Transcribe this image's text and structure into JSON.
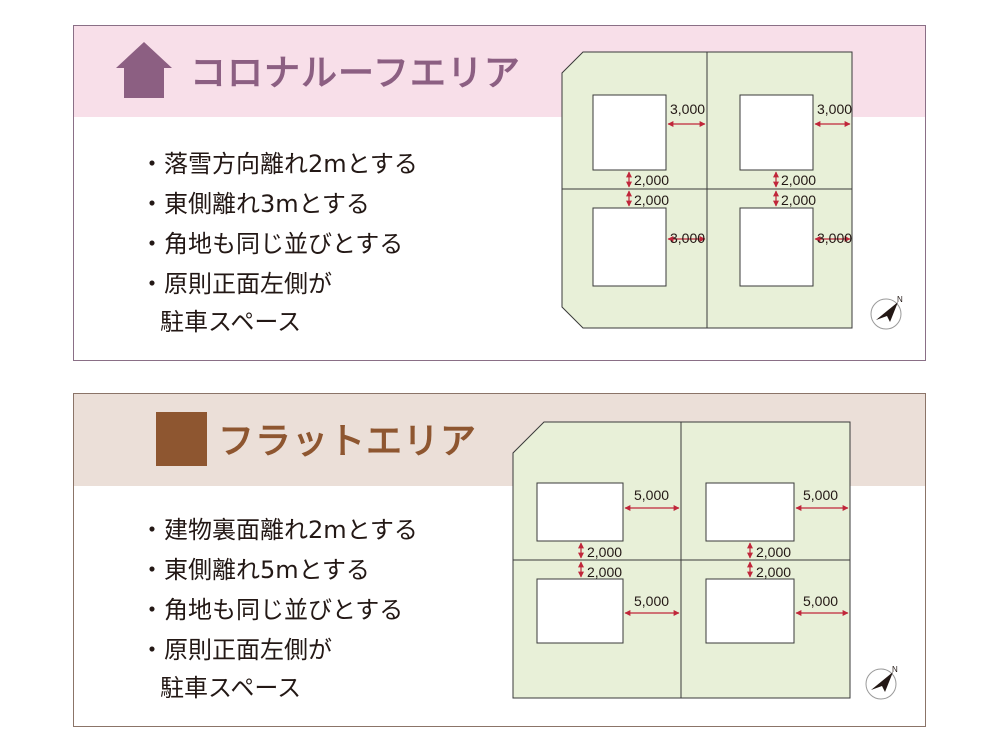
{
  "sections": [
    {
      "title": "コロナルーフエリア",
      "icon": "house-icon",
      "rules": [
        "・落雪方向離れ2mとする",
        "・東側離れ3mとする",
        "・角地も同じ並びとする",
        "・原則正面左側が",
        "駐車スペース"
      ],
      "east_setback": "3,000",
      "gap": "2,000",
      "accent_color": "#8c5f82",
      "band_color": "#f8dfe9"
    },
    {
      "title": "フラットエリア",
      "icon": "flat-roof-icon",
      "rules": [
        "・建物裏面離れ2mとする",
        "・東側離れ5mとする",
        "・角地も同じ並びとする",
        "・原則正面左側が",
        "駐車スペース"
      ],
      "east_setback": "5,000",
      "gap": "2,000",
      "accent_color": "#8e5630",
      "band_color": "#ebdfd8"
    }
  ],
  "colors": {
    "lot_fill": "#e8f0d8",
    "line": "#3a3a3a",
    "dimension_arrow": "#c0263a"
  },
  "compass_label": "N"
}
